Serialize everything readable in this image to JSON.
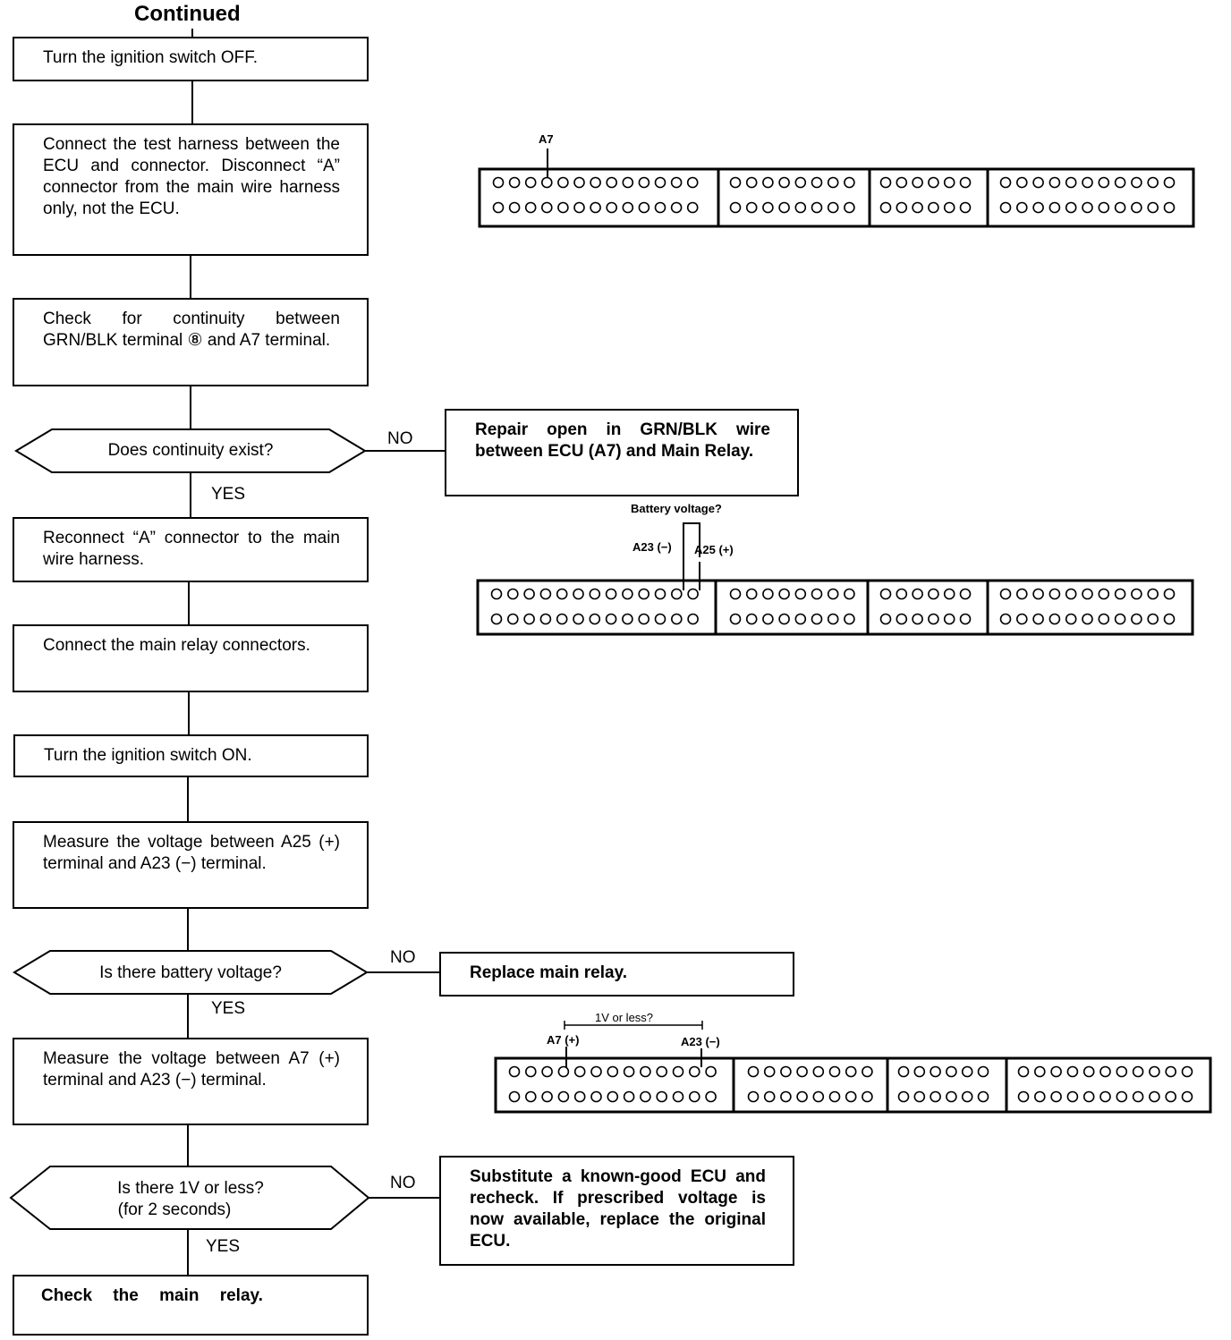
{
  "title": "Continued",
  "steps": {
    "s1": "Turn the ignition switch OFF.",
    "s2": "Connect the test harness between the ECU and connector. Disconnect “A” connector from the main wire harness only, not the ECU.",
    "s3": "Check for continuity between GRN/BLK terminal ⑧ and A7 terminal.",
    "d1": "Does continuity exist?",
    "r1": "Repair open in GRN/BLK wire between ECU (A7) and Main Relay.",
    "s4": "Reconnect “A” connector to the main wire harness.",
    "s5": "Connect the main relay connectors.",
    "s6": "Turn the ignition switch ON.",
    "s7": "Measure the voltage between A25 (+) terminal and A23 (−) terminal.",
    "d2": "Is there battery voltage?",
    "r2": "Replace main relay.",
    "s8": "Measure the voltage between A7 (+) terminal and A23 (−) terminal.",
    "d3_line1": "Is there 1V or less?",
    "d3_line2": "(for 2 seconds)",
    "r3": "Substitute a known-good ECU and recheck. If prescribed voltage is now available, replace the original ECU.",
    "s9": "Check the main relay."
  },
  "answers": {
    "yes": "YES",
    "no": "NO"
  },
  "connectors": {
    "c1": {
      "pin_label": "A7"
    },
    "c2": {
      "caption": "Battery voltage?",
      "left_pin": "A23 (−)",
      "right_pin": "A25 (+)"
    },
    "c3": {
      "caption": "1V or less?",
      "left_pin": "A7 (+)",
      "right_pin": "A23 (−)"
    }
  }
}
